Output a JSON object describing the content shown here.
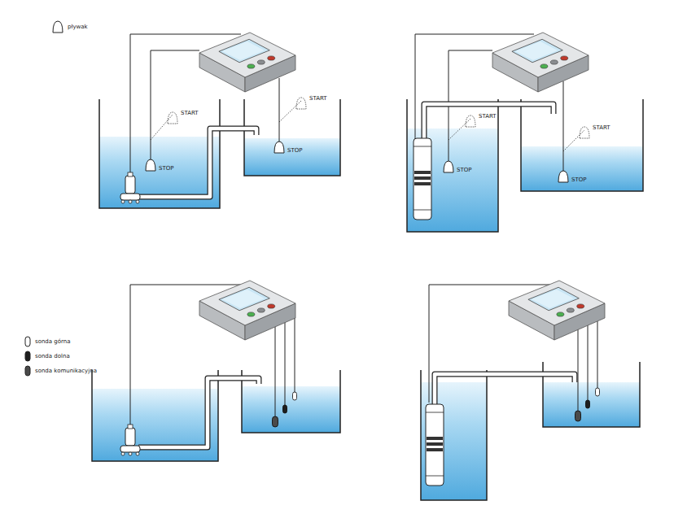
{
  "diagram": {
    "labels": [
      "START",
      "STOP",
      "START",
      "STOP",
      "START",
      "STOP",
      "START",
      "STOP"
    ],
    "legend": [
      {
        "text": "pływak"
      },
      {
        "text": "sonda górna"
      },
      {
        "text": "sonda dolna"
      },
      {
        "text": "sonda komunikacyjna"
      }
    ]
  }
}
